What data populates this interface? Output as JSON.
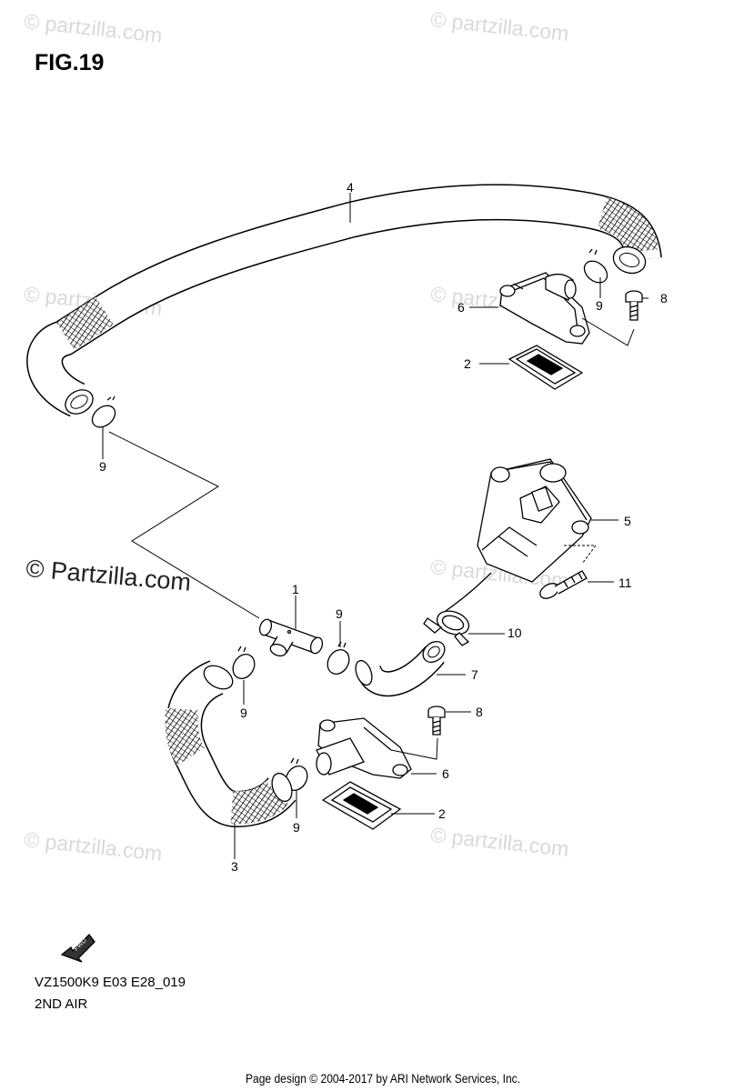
{
  "figure": {
    "title": "FIG.19"
  },
  "watermarks": [
    "© partzilla.com",
    "© partzilla.com",
    "© partzilla.com",
    "© partzilla.com",
    "© partzilla.com",
    "© partzilla.com",
    "© Partzilla.com"
  ],
  "callouts": {
    "c1": "1",
    "c2a": "2",
    "c2b": "2",
    "c3": "3",
    "c4": "4",
    "c5": "5",
    "c6a": "6",
    "c6b": "6",
    "c7": "7",
    "c8a": "8",
    "c8b": "8",
    "c9a": "9",
    "c9b": "9",
    "c9c": "9",
    "c9d": "9",
    "c9e": "9",
    "c10": "10",
    "c11": "11"
  },
  "fwd_label": "FWD",
  "model_code": "VZ1500K9 E03 E28_019",
  "section_name": "2ND AIR",
  "footer": "Page design © 2004-2017 by ARI Network Services, Inc.",
  "colors": {
    "line": "#000000",
    "watermark": "#d9d9d9",
    "background": "#ffffff"
  }
}
